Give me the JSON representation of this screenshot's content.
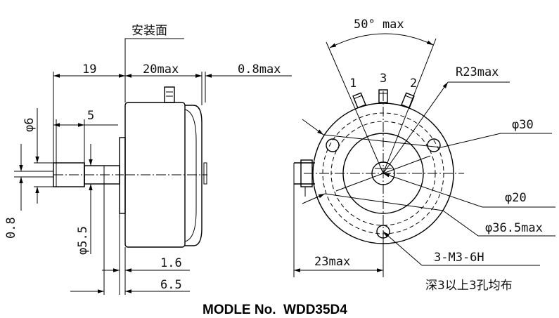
{
  "side_view": {
    "mount_face_label": "安装面",
    "dim_shaft_length": "19",
    "dim_body_length": "20max",
    "dim_gap": "0.8max",
    "dim_shaft_dia": "φ6",
    "dim_flat": "5",
    "dim_flat_offset": "0.8",
    "dim_flat_dia": "φ5.5",
    "dim_flange_1": "1.6",
    "dim_flange_2": "6.5"
  },
  "front_view": {
    "dim_angle": "50° max",
    "dim_radius": "R23max",
    "terminal_1": "1",
    "terminal_2": "2",
    "terminal_3": "3",
    "dim_dia_30": "φ30",
    "dim_dia_20": "φ20",
    "dim_dia_365": "φ36.5max",
    "dim_width": "23max",
    "dim_holes": "3-M3-6H",
    "note_holes": "深3以上3孔均布"
  },
  "footer": {
    "model_label": "MODLE No.  WDD35D4"
  }
}
